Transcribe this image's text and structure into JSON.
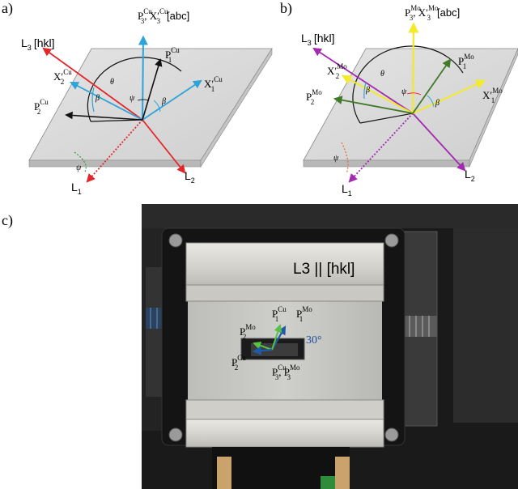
{
  "panels": {
    "a": {
      "label": "a)",
      "axis_p3": "P",
      "axis_p3_sup": "Cu",
      "axis_p3_sub": "3",
      "axis_x3": ", X′",
      "axis_x3_sup": "Cu",
      "axis_x3_sub": "3",
      "axis_abc": "[abc]",
      "l3": "L",
      "l3_sub": "3",
      "l3_hkl": "[hkl]",
      "p1": "P",
      "p1_sup": "Cu",
      "p1_sub": "1",
      "x2": "X′",
      "x2_sup": "Cu",
      "x2_sub": "2",
      "x1": "X′",
      "x1_sup": "Cu",
      "x1_sub": "1",
      "p2": "P",
      "p2_sup": "Cu",
      "p2_sub": "2",
      "l1": "L",
      "l1_sub": "1",
      "l2": "L",
      "l2_sub": "2",
      "theta": "θ",
      "psi": "ψ",
      "psi2": "ψ",
      "beta1": "β",
      "beta2": "β"
    },
    "b": {
      "label": "b)",
      "axis_p3": "P",
      "axis_p3_sup": "Mo",
      "axis_p3_sub": "3",
      "axis_x3": ", X′",
      "axis_x3_sup": "Mo",
      "axis_x3_sub": "3",
      "axis_abc": "[abc]",
      "l3": "L",
      "l3_sub": "3",
      "l3_hkl": "[hkl]",
      "p1": "P",
      "p1_sup": "Mo",
      "p1_sub": "1",
      "x2": "X′",
      "x2_sup": "Mo",
      "x2_sub": "2",
      "x1": "X′",
      "x1_sup": "Mo",
      "x1_sub": "1",
      "p2": "P",
      "p2_sup": "Mo",
      "p2_sub": "2",
      "l1": "L",
      "l1_sub": "1",
      "l2": "L",
      "l2_sub": "2",
      "theta": "θ",
      "psi": "ψ",
      "psi2": "ψ",
      "beta1": "β",
      "beta2": "β"
    },
    "c": {
      "label": "c)",
      "banner": "L3 || [hkl]",
      "p1cu": "P",
      "p1cu_sup": "Cu",
      "p1cu_sub": "1",
      "p1mo": "P",
      "p1mo_sup": "Mo",
      "p1mo_sub": "1",
      "p2mo": "P",
      "p2mo_sup": "Mo",
      "p2mo_sub": "2",
      "p2cu": "P",
      "p2cu_sup": "Cu",
      "p2cu_sub": "2",
      "p3cu": "P",
      "p3cu_sup": "Cu",
      "p3cu_sub": "3",
      "p3mo": ", P",
      "p3mo_sup": "Mo",
      "p3mo_sub": "3",
      "angle": "30°"
    }
  },
  "colors": {
    "red": "#e3262b",
    "blue": "#2ea3d8",
    "black": "#111111",
    "purple": "#a22ab0",
    "yellow": "#f2ea2a",
    "green": "#3f7a26",
    "plate": "#d9d9d9",
    "angle_blue": "#1e4fa0"
  }
}
